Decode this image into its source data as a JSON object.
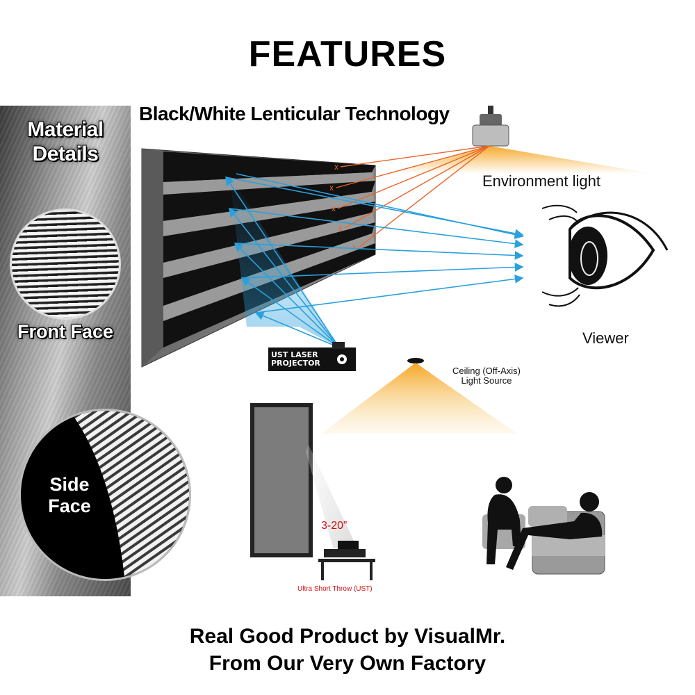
{
  "title": "FEATURES",
  "subtitle": "Black/White Lenticular Technology",
  "sidebar": {
    "material_label": "Material Details",
    "front_label": "Front Face",
    "side_label": "Side Face"
  },
  "diagram": {
    "environment_light": "Environment light",
    "viewer": "Viewer",
    "projector_label_1": "UST LASER",
    "projector_label_2": "PROJECTOR",
    "ceiling_1": "Ceiling (Off-Axis)",
    "ceiling_2": "Light Source",
    "throw_distance": "3-20”",
    "ust_caption": "Ultra Short Throw (UST)"
  },
  "footer": {
    "line1": "Real Good Product by VisualMr.",
    "line2": "From Our Very Own Factory"
  },
  "colors": {
    "reflect_blue": "#2aa0dd",
    "ambient_orange": "#e8642a",
    "glow_yellow": "#f5a623"
  }
}
